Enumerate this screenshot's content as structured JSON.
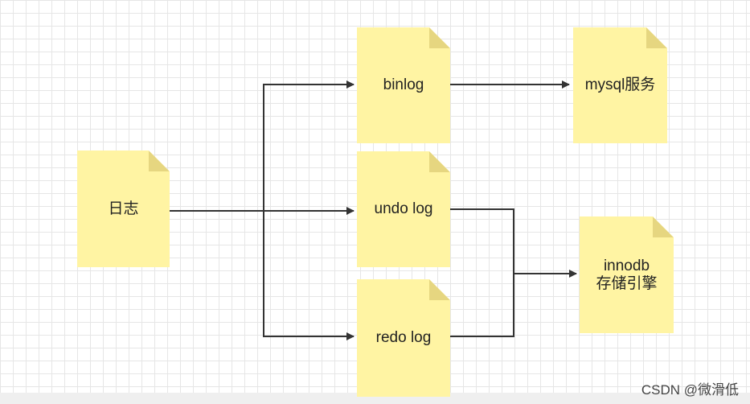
{
  "diagram": {
    "nodes": {
      "log": "日志",
      "binlog": "binlog",
      "undo": "undo log",
      "redo": "redo log",
      "mysql": "mysql服务",
      "innodb": "innodb\n存储引擎"
    },
    "edges": [
      {
        "from": "log",
        "to": "binlog"
      },
      {
        "from": "log",
        "to": "undo"
      },
      {
        "from": "log",
        "to": "redo"
      },
      {
        "from": "binlog",
        "to": "mysql"
      },
      {
        "from": "undo",
        "to": "innodb"
      },
      {
        "from": "redo",
        "to": "innodb"
      }
    ]
  },
  "watermark": "CSDN @微滑低",
  "colors": {
    "note": "#fff4a3",
    "note_fold": "#e6d680",
    "line": "#333333",
    "grid": "#e6e6e6"
  }
}
